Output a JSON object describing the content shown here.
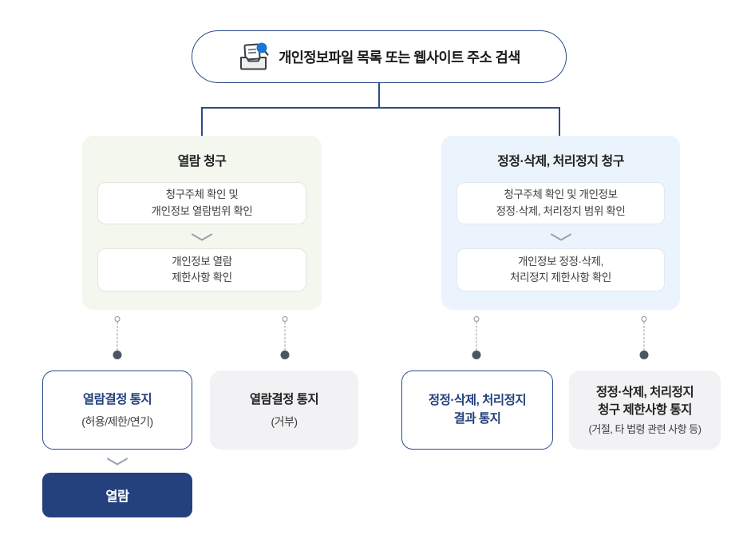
{
  "root": {
    "title": "개인정보파일 목록 또는 웹사이트 주소 검색"
  },
  "colors": {
    "navy": "#24407d",
    "line": "#2c4b8c",
    "green_panel": "#f4f7ee",
    "blue_panel": "#ebf3fc",
    "gray_box": "#f2f2f4",
    "icon_blue": "#1b76d2"
  },
  "panels": [
    {
      "id": "view-request",
      "title": "열람 청구",
      "steps": [
        {
          "lines": [
            "청구주체 확인 및",
            "개인정보 열람범위 확인"
          ]
        },
        {
          "lines": [
            "개인정보 열람",
            "제한사항 확인"
          ]
        }
      ]
    },
    {
      "id": "correction-request",
      "title": "정정·삭제, 처리정지 청구",
      "steps": [
        {
          "lines": [
            "청구주체 확인 및 개인정보",
            "정정·삭제, 처리정지 범위 확인"
          ]
        },
        {
          "lines": [
            "개인정보 정정·삭제,",
            "처리정지 제한사항 확인"
          ]
        }
      ]
    }
  ],
  "outcomes": [
    {
      "style": "outlined",
      "title_lines": [
        "열람결정 통지"
      ],
      "subtitle": "(허용/제한/연기)"
    },
    {
      "style": "gray",
      "title_lines": [
        "열람결정 통지"
      ],
      "subtitle": "(거부)"
    },
    {
      "style": "outlined",
      "title_lines": [
        "정정·삭제, 처리정지",
        "결과 통지"
      ],
      "subtitle": ""
    },
    {
      "style": "gray",
      "title_lines": [
        "정정·삭제, 처리정지",
        "청구 제한사항 통지"
      ],
      "subtitle": "(거절, 타 법령 관련 사항 등)"
    }
  ],
  "final": {
    "label": "열람"
  }
}
